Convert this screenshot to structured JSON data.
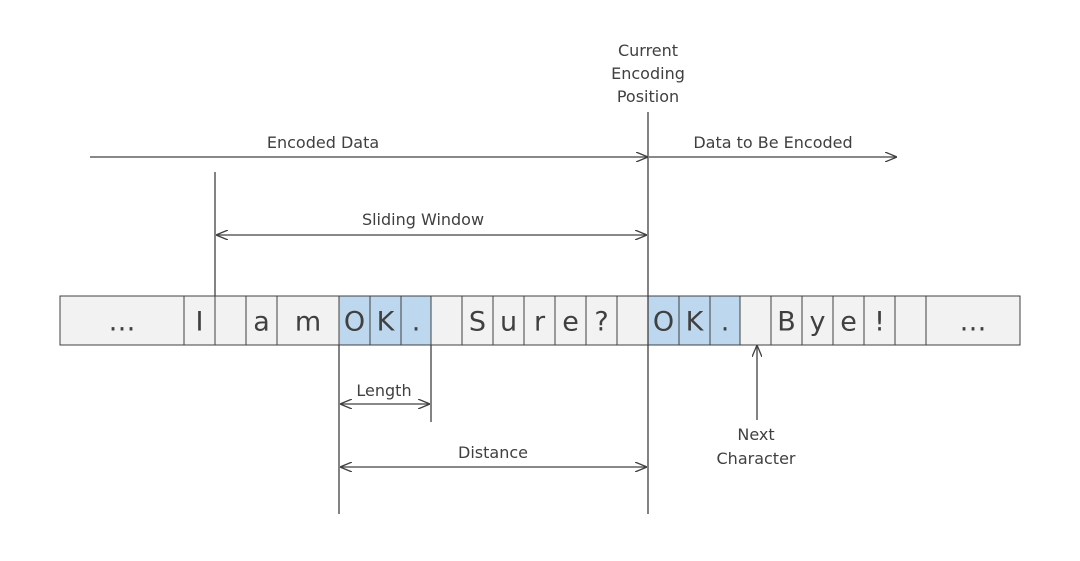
{
  "labels": {
    "current_position": [
      "Current",
      "Encoding",
      "Position"
    ],
    "encoded_data": "Encoded Data",
    "data_to_be_encoded": "Data to Be Encoded",
    "sliding_window": "Sliding Window",
    "length": "Length",
    "distance": "Distance",
    "next_character": [
      "Next",
      "Character"
    ]
  },
  "cells": [
    {
      "text": "…",
      "highlight": false
    },
    {
      "text": "I",
      "highlight": false
    },
    {
      "text": "",
      "highlight": false
    },
    {
      "text": "a",
      "highlight": false
    },
    {
      "text": "m",
      "highlight": false
    },
    {
      "text": "O",
      "highlight": true
    },
    {
      "text": "K",
      "highlight": true
    },
    {
      "text": ".",
      "highlight": true
    },
    {
      "text": "",
      "highlight": false
    },
    {
      "text": "S",
      "highlight": false
    },
    {
      "text": "u",
      "highlight": false
    },
    {
      "text": "r",
      "highlight": false
    },
    {
      "text": "e",
      "highlight": false
    },
    {
      "text": "?",
      "highlight": false
    },
    {
      "text": "",
      "highlight": false
    },
    {
      "text": "O",
      "highlight": true
    },
    {
      "text": "K",
      "highlight": true
    },
    {
      "text": ".",
      "highlight": true
    },
    {
      "text": "",
      "highlight": false
    },
    {
      "text": "B",
      "highlight": false
    },
    {
      "text": "y",
      "highlight": false
    },
    {
      "text": "e",
      "highlight": false
    },
    {
      "text": "!",
      "highlight": false
    },
    {
      "text": "",
      "highlight": false
    },
    {
      "text": "…",
      "highlight": false
    }
  ],
  "colors": {
    "cell_fill": "#f2f2f2",
    "highlight_fill": "#bdd7ee",
    "stroke": "#404040"
  }
}
